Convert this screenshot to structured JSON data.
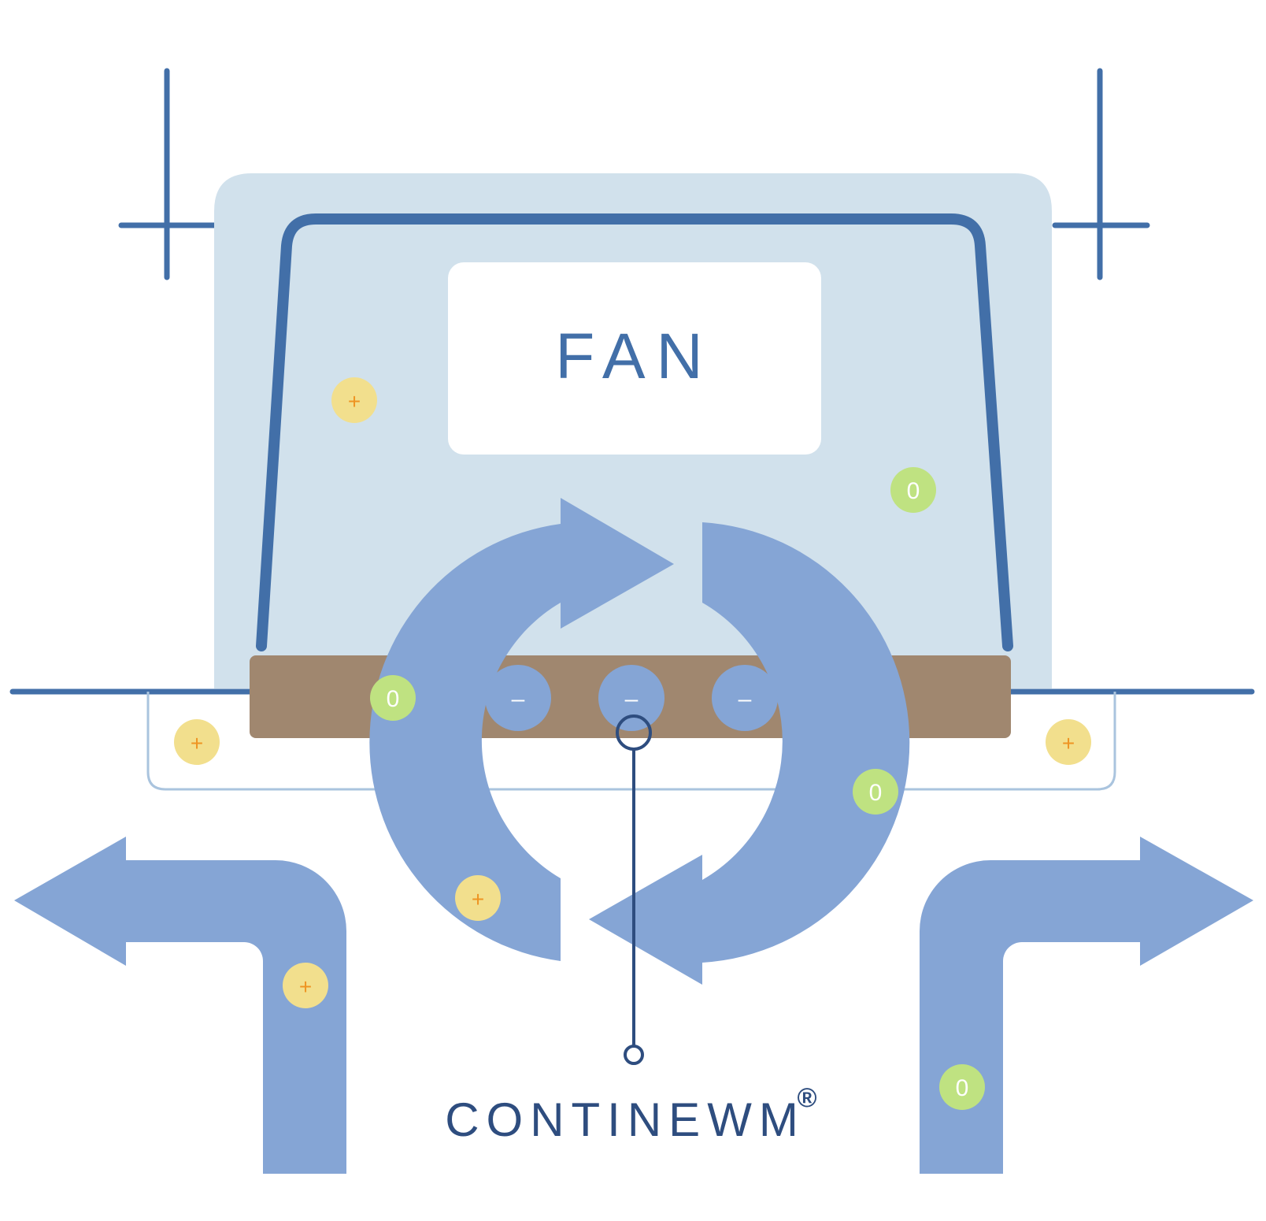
{
  "fan_label": "FAN",
  "brand": {
    "name": "CONTINEWM",
    "registered": "®"
  },
  "colors": {
    "housing": "#d1e1ec",
    "outline": "#426fa8",
    "flow_arrow": "#85a5d5",
    "filter_bar": "#a0876f",
    "positive_ion": "#f2df8d",
    "positive_glyph": "#ee9423",
    "neutral_ion": "#bfe281",
    "negative_ion": "#85a5d5",
    "pointer": "#2e4d7f"
  },
  "ions": [
    {
      "name": "ion-positive-housing",
      "symbol": "+",
      "kind": "positive"
    },
    {
      "name": "ion-neutral-housing",
      "symbol": "0",
      "kind": "neutral"
    },
    {
      "name": "ion-neutral-filter",
      "symbol": "0",
      "kind": "neutral"
    },
    {
      "name": "ion-negative-1",
      "symbol": "–",
      "kind": "negative"
    },
    {
      "name": "ion-negative-2",
      "symbol": "–",
      "kind": "negative"
    },
    {
      "name": "ion-negative-3",
      "symbol": "–",
      "kind": "negative"
    },
    {
      "name": "ion-positive-left-duct",
      "symbol": "+",
      "kind": "positive"
    },
    {
      "name": "ion-positive-right-duct",
      "symbol": "+",
      "kind": "positive"
    },
    {
      "name": "ion-neutral-loop-right",
      "symbol": "0",
      "kind": "neutral"
    },
    {
      "name": "ion-positive-loop-left",
      "symbol": "+",
      "kind": "positive"
    },
    {
      "name": "ion-positive-left-outlet",
      "symbol": "+",
      "kind": "positive"
    },
    {
      "name": "ion-neutral-right-outlet",
      "symbol": "0",
      "kind": "neutral"
    }
  ]
}
